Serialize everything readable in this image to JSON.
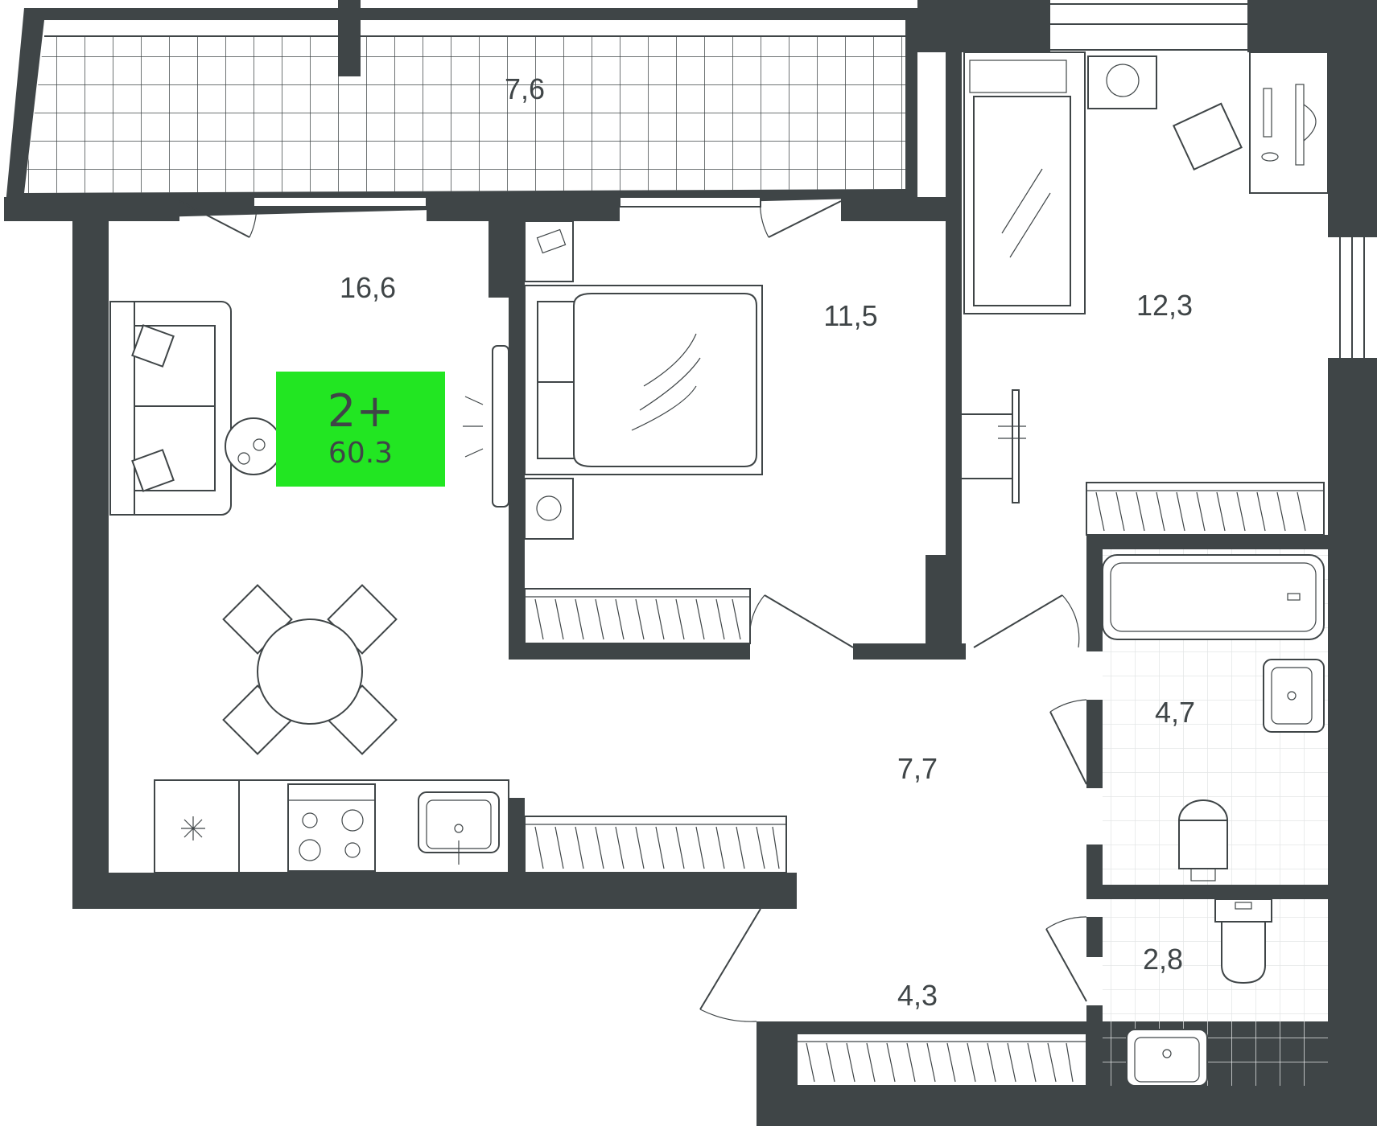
{
  "badge": {
    "rooms": "2+",
    "area": "60.3",
    "color": "#22e622"
  },
  "rooms": {
    "balcony": "7,6",
    "living": "16,6",
    "bedroom": "11,5",
    "room2": "12,3",
    "hall": "7,7",
    "bath": "4,7",
    "wc": "2,8",
    "entry": "4,3"
  },
  "colors": {
    "wall": "#3f4547",
    "background": "#ffffff",
    "tile": "#e3e5e6"
  }
}
